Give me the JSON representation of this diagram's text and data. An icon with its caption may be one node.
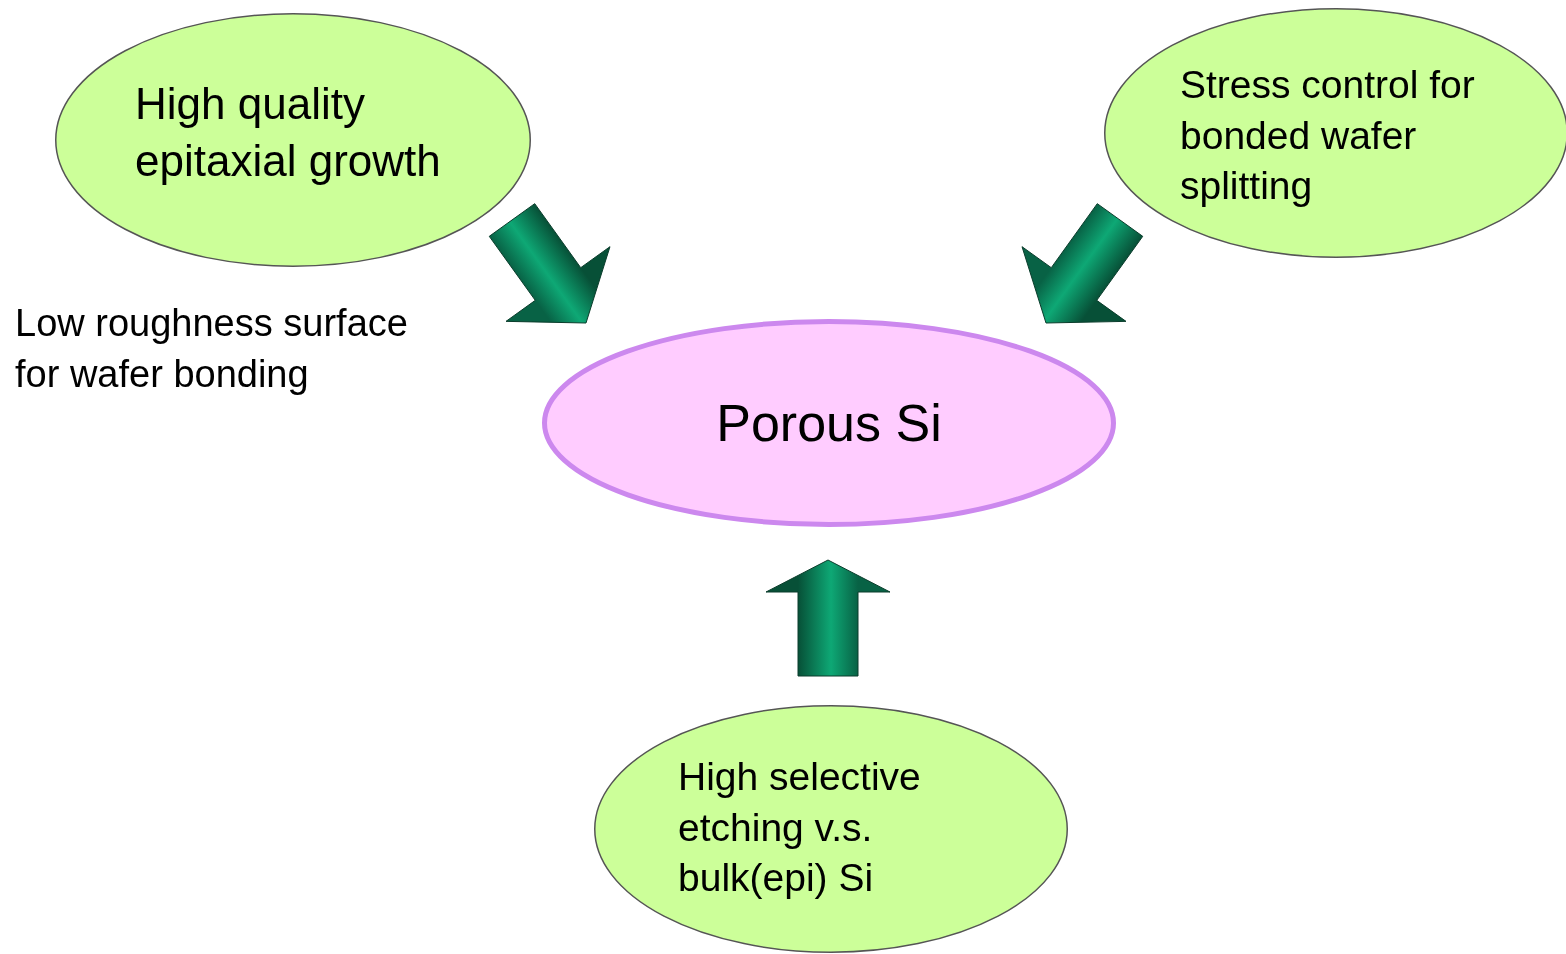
{
  "diagram": {
    "nodes": [
      {
        "text": [
          "High quality epitaxial growth"
        ]
      },
      {
        "text": [
          "Stress control for bonded wafer splitting"
        ]
      },
      {
        "text": [
          "Porous Si"
        ]
      },
      {
        "text": [
          "High selective etching v.s. bulk(epi) Si"
        ]
      }
    ],
    "edges": [
      {
        "from": 0,
        "to": 2,
        "arrow": "to"
      },
      {
        "from": 1,
        "to": 2,
        "arrow": "to"
      },
      {
        "from": 3,
        "to": 2,
        "arrow": "to"
      }
    ],
    "labels": [
      "Low roughness surface for wafer bonding"
    ]
  }
}
